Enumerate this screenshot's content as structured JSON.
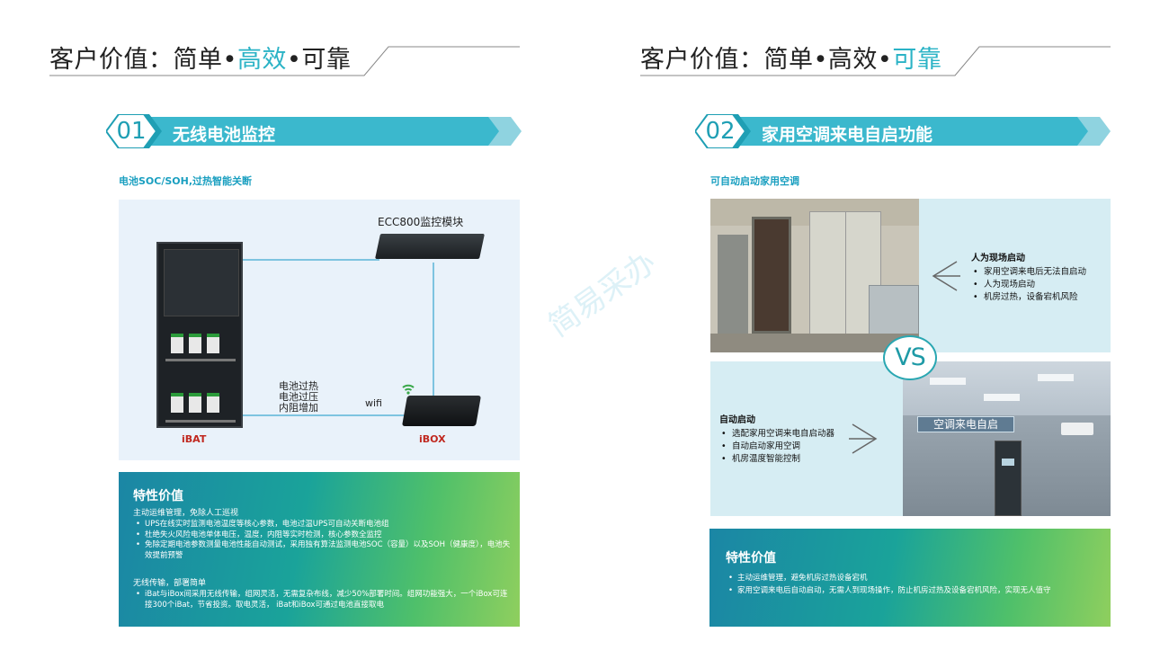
{
  "left": {
    "title_parts": [
      "客户价值：简单•",
      "高效",
      "•可靠"
    ],
    "banner": {
      "num": "01",
      "title": "无线电池监控"
    },
    "subhead": "电池SOC/SOH,过热智能关断",
    "diagram": {
      "ecc_label": "ECC800监控模块",
      "battery_labels": [
        "电池过热",
        "电池过压",
        "内阻增加"
      ],
      "wifi_label": "wifi",
      "ibat_label": "iBAT",
      "ibox_label": "iBOX"
    },
    "value": {
      "title": "特性价值",
      "sec1": "主动运维管理，免除人工巡视",
      "bullets1": [
        "UPS在线实时监测电池温度等核心参数，电池过温UPS可自动关断电池组",
        "杜绝失火风险电池单体电压，温度，内阻等实时检测，核心参数全监控",
        "免除定期电池参数测量电池性能自动测试，采用独有算法监测电池SOC（容量）以及SOH（健康度），电池失效提前预警"
      ],
      "sec2": "无线传输，部署简单",
      "bullets2": [
        "iBat与iBox间采用无线传输，组网灵活，无需复杂布线，减少50%部署时间。组网功能强大，一个iBox可连接300个iBat，节省投资。取电灵活， iBat和iBox可通过电池直接取电"
      ]
    }
  },
  "right": {
    "title_parts": [
      "客户价值：简单•高效•",
      "可靠"
    ],
    "banner": {
      "num": "02",
      "title": "家用空调来电自启功能"
    },
    "subhead": "可自动启动家用空调",
    "manual": {
      "title": "人为现场启动",
      "items": [
        "家用空调来电后无法自启动",
        "人为现场启动",
        "机房过热，设备宕机风险"
      ]
    },
    "auto": {
      "title": "自动启动",
      "items": [
        "选配家用空调来电自启动器",
        "自动启动家用空调",
        "机房温度智能控制"
      ]
    },
    "vs": "VS",
    "photo_sign": "空调来电自启",
    "value": {
      "title": "特性价值",
      "bullets": [
        "主动运维管理，避免机房过热设备宕机",
        "家用空调来电后自动启动，无需人到现场操作，防止机房过热及设备宕机风险，实现无人值守"
      ]
    }
  },
  "watermark": "简易采办",
  "colors": {
    "accent": "#2bb3c6",
    "banner": "#36b6cc",
    "red_label": "#c0281f"
  }
}
